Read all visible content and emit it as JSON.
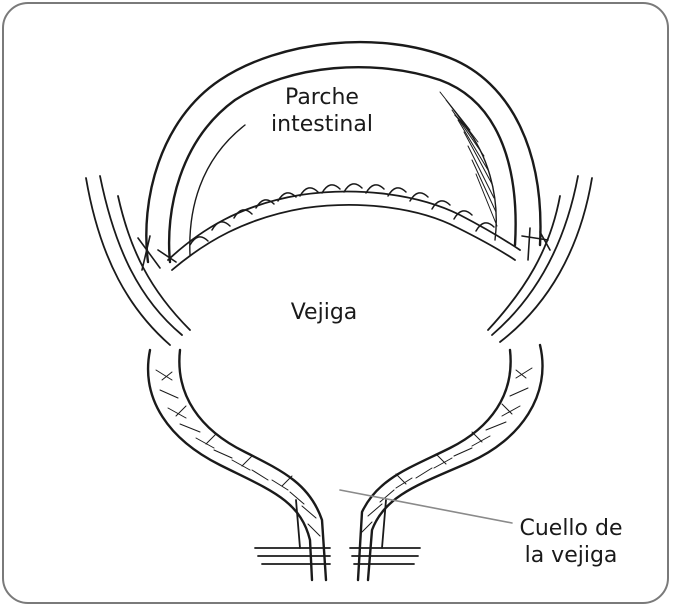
{
  "labels": {
    "patch_line1": "Parche",
    "patch_line2": "intestinal",
    "bladder": "Vejiga",
    "neck_line1": "Cuello de",
    "neck_line2": "la vejiga"
  },
  "colors": {
    "ink": "#1a1a1a",
    "frame": "#7a7a7a",
    "leader": "#8a8a8a"
  }
}
